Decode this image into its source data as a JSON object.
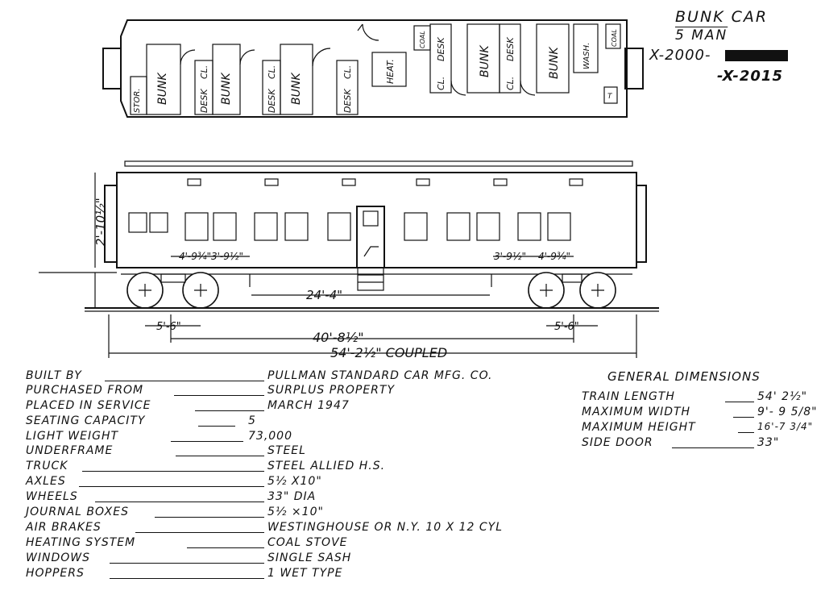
{
  "title": {
    "line1": "BUNK CAR",
    "line2": "5 MAN",
    "line3": "X-2000-",
    "line4": "-X-2015"
  },
  "plan": {
    "rooms": [
      {
        "label": "STOR."
      },
      {
        "label": "BUNK"
      },
      {
        "label": "DESK"
      },
      {
        "label": "CL."
      },
      {
        "label": "BUNK"
      },
      {
        "label": "DESK"
      },
      {
        "label": "CL."
      },
      {
        "label": "BUNK"
      },
      {
        "label": "DESK"
      },
      {
        "label": "CL."
      },
      {
        "label": "HEAT."
      },
      {
        "label": "COAL"
      },
      {
        "label": "CL."
      },
      {
        "label": "DESK"
      },
      {
        "label": "BUNK"
      },
      {
        "label": "CL."
      },
      {
        "label": "DESK"
      },
      {
        "label": "BUNK"
      },
      {
        "label": "WASH."
      },
      {
        "label": "COAL"
      },
      {
        "label": "T"
      }
    ]
  },
  "elevation": {
    "height_dim": "2'-10½\"",
    "dim_a": "4'-9¾\"",
    "dim_b": "3'-9½\"",
    "dim_c": "3'-9½\"",
    "dim_d": "4'-9¾\"",
    "truck_centers": "24'-4\"",
    "wheelbase_left": "5'-6\"",
    "wheelbase_right": "5'-6\"",
    "inner_length": "40'-8½\"",
    "coupled_length": "54'-2½\" COUPLED"
  },
  "specs": [
    {
      "key": "BUILT BY",
      "value": "PULLMAN STANDARD CAR MFG. CO."
    },
    {
      "key": "PURCHASED FROM",
      "value": "SURPLUS PROPERTY"
    },
    {
      "key": "PLACED IN SERVICE",
      "value": "MARCH 1947"
    },
    {
      "key": "SEATING CAPACITY",
      "value": "5"
    },
    {
      "key": "LIGHT WEIGHT",
      "value": "73,000"
    },
    {
      "key": "UNDERFRAME",
      "value": "STEEL"
    },
    {
      "key": "TRUCK",
      "value": "STEEL ALLIED H.S."
    },
    {
      "key": "AXLES",
      "value": "5½ X10\""
    },
    {
      "key": "WHEELS",
      "value": "33\" DIA"
    },
    {
      "key": "JOURNAL BOXES",
      "value": "5½ ×10\""
    },
    {
      "key": "AIR BRAKES",
      "value": "WESTINGHOUSE OR N.Y. 10 X 12 CYL"
    },
    {
      "key": "HEATING SYSTEM",
      "value": "COAL STOVE"
    },
    {
      "key": "WINDOWS",
      "value": "SINGLE SASH"
    },
    {
      "key": "HOPPERS",
      "value": "1 WET TYPE"
    }
  ],
  "dimensions": {
    "heading": "GENERAL DIMENSIONS",
    "items": [
      {
        "key": "TRAIN LENGTH",
        "value": "54' 2½\""
      },
      {
        "key": "MAXIMUM WIDTH",
        "value": "9'- 9 5/8\""
      },
      {
        "key": "MAXIMUM HEIGHT",
        "value": "16'-7 3/4\""
      },
      {
        "key": "SIDE DOOR",
        "value": "33\""
      }
    ]
  }
}
